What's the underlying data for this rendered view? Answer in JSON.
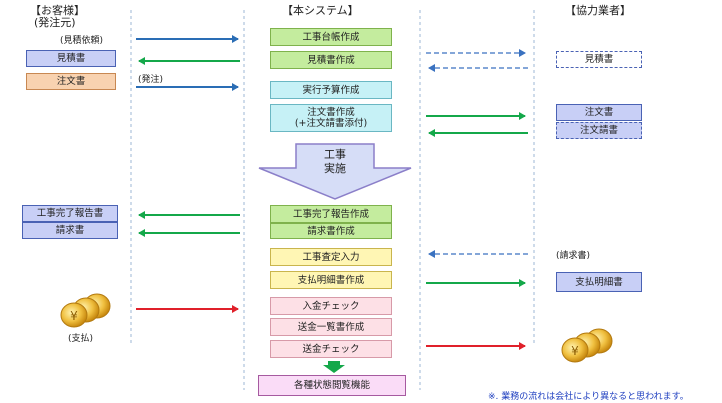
{
  "columns": {
    "customer_title": "【お客様】",
    "customer_sub": "(発注元)",
    "system_title": "【本システム】",
    "partner_title": "【協力業者】"
  },
  "notes": {
    "estimate_request": "(見積依頼)",
    "order": "(発注)",
    "payment": "(支払)",
    "invoice": "(請求書)"
  },
  "customer_boxes": {
    "estimate": "見積書",
    "order_form": "注文書",
    "completion_report": "工事完了報告書",
    "invoice": "請求書"
  },
  "system_boxes": {
    "ledger": "工事台帳作成",
    "estimate_create": "見積書作成",
    "budget": "実行予算作成",
    "order_create_line1": "注文書作成",
    "order_create_line2": "(+注文請書添付)",
    "arrow_line1": "工事",
    "arrow_line2": "実施",
    "completion_report_create": "工事完了報告作成",
    "invoice_create": "請求書作成",
    "assessment_input": "工事査定入力",
    "payment_statement_create": "支払明細書作成",
    "deposit_check": "入金チェック",
    "remittance_list_create": "送金一覧書作成",
    "remittance_check": "送金チェック",
    "status_view": "各種状態閲覧機能"
  },
  "partner_boxes": {
    "estimate": "見積書",
    "order_form": "注文書",
    "order_acceptance": "注文請書",
    "payment_statement": "支払明細書"
  },
  "footnote": "※. 業務の流れは会社により異なると思われます。",
  "colors": {
    "arrow_blue": "#2a6db5",
    "arrow_green": "#14a84a",
    "arrow_red": "#e0202a",
    "dashed_blue": "#3a72c0"
  }
}
